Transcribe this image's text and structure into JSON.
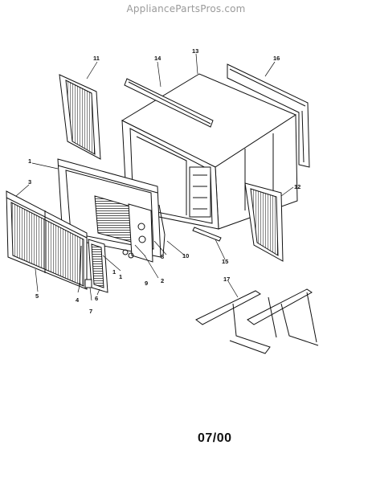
{
  "watermark": "AppliancePartsPros.com",
  "date_code": "07/00",
  "part_labels": [
    "1",
    "1",
    "1",
    "2",
    "3",
    "4",
    "5",
    "6",
    "7",
    "8",
    "9",
    "10",
    "11",
    "12",
    "13",
    "14",
    "15",
    "16",
    "17"
  ]
}
